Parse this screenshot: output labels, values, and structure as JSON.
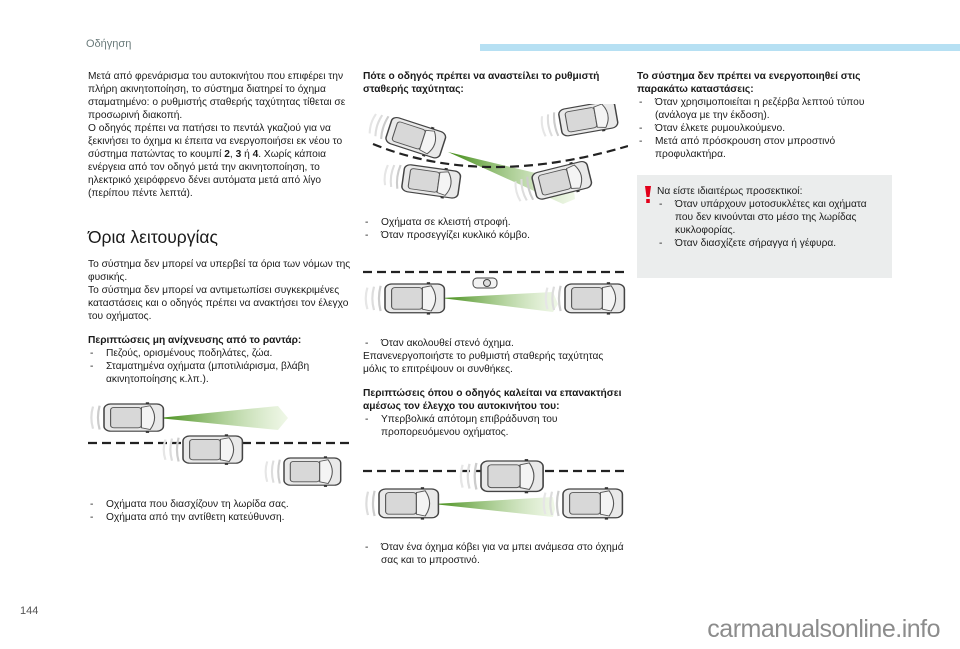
{
  "header": {
    "section_title": "Οδήγηση"
  },
  "colors": {
    "accent_bar": "#b6e0f3",
    "beam_green": "#5aa21e",
    "warning_red": "#e2001a",
    "note_bg": "#ebeded"
  },
  "col1": {
    "intro_paragraphs": [
      "Μετά από φρενάρισμα του αυτοκινήτου που επιφέρει την πλήρη ακινητοποίηση, το σύστημα διατηρεί το όχημα σταματημένο: ο ρυθμιστής σταθερής ταχύτητας τίθεται σε προσωρινή διακοπή."
    ],
    "restart_text_a": "Ο οδηγός πρέπει να πατήσει το πεντάλ γκαζιού για να ξεκινήσει το όχημα κι έπειτα να ενεργοποιήσει εκ νέου το σύστημα πατώντας το κουμπί ",
    "btn2": "2",
    "sep1": ", ",
    "btn3": "3",
    "sep2": " ή ",
    "btn4": "4",
    "restart_text_b": ". Χωρίς κάποια ενέργεια από τον οδηγό μετά την ακινητοποίηση, το ηλεκτρικό χειρόφρενο δένει αυτόματα μετά από λίγο (περίπου πέντε λεπτά).",
    "heading": "Όρια λειτουργίας",
    "limits_p1": "Το σύστημα δεν μπορεί να υπερβεί τα όρια των νόμων της φυσικής.",
    "limits_p2": "Το σύστημα δεν μπορεί να αντιμετωπίσει συγκεκριμένες καταστάσεις και ο οδηγός πρέπει να ανακτήσει τον έλεγχο του οχήματος.",
    "radar_title": "Περιπτώσεις μη ανίχνευσης από το ραντάρ:",
    "radar_items": [
      "Πεζούς, ορισμένους ποδηλάτες, ζώα.",
      "Σταματημένα οχήματα (μποτιλιάρισμα, βλάβη ακινητοποίησης κ.λπ.)."
    ],
    "fig_items": [
      "Οχήματα που διασχίζουν τη λωρίδα σας.",
      "Οχήματα από την αντίθετη κατεύθυνση."
    ]
  },
  "col2": {
    "title": "Πότε ο οδηγός πρέπει να αναστείλει το ρυθμιστή σταθερής ταχύτητας:",
    "curve_items": [
      "Οχήματα σε κλειστή στροφή.",
      "Όταν προσεγγίζει κυκλικό κόμβο."
    ],
    "narrow_items": [
      "Όταν ακολουθεί στενό όχημα."
    ],
    "reactivate": "Επανενεργοποιήστε το ρυθμιστή σταθερής ταχύτητας μόλις το επιτρέψουν οι συνθήκες.",
    "takeover_title": "Περιπτώσεις όπου ο οδηγός καλείται να επανακτήσει αμέσως τον έλεγχο του αυτοκινήτου του:",
    "takeover_items": [
      "Υπερβολικά απότομη επιβράδυνση του προπορευόμενου οχήματος."
    ],
    "cutin_items": [
      "Όταν ένα όχημα κόβει για να μπει ανάμεσα στο όχημά σας και το μπροστινό."
    ]
  },
  "col3": {
    "title": "Το σύστημα δεν πρέπει να ενεργοποιηθεί στις παρακάτω καταστάσεις:",
    "items": [
      "Όταν χρησιμοποιείται η ρεζέρβα λεπτού τύπου (ανάλογα με την έκδοση).",
      "Όταν έλκετε ρυμουλκούμενο.",
      "Μετά από πρόσκρουση στον μπροστινό προφυλακτήρα."
    ],
    "note_title": "Να είστε ιδιαιτέρως προσεκτικοί:",
    "note_items": [
      "Όταν υπάρχουν μοτοσυκλέτες και οχήματα που δεν κινούνται στο μέσο της λωρίδας κυκλοφορίας.",
      "Όταν διασχίζετε σήραγγα ή γέφυρα."
    ]
  },
  "footer": {
    "page_number": "144",
    "watermark": "carmanualsonline.info"
  }
}
